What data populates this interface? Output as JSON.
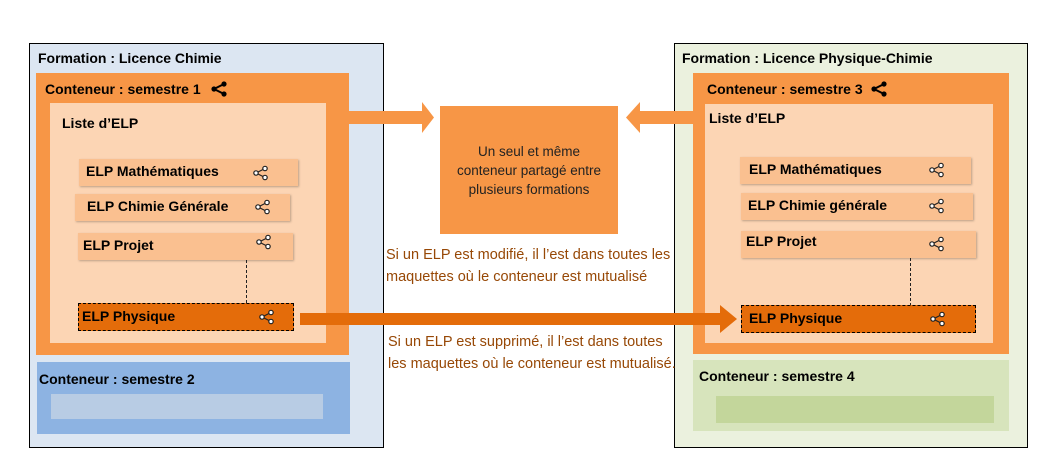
{
  "left_formation": {
    "title": "Formation : Licence Chimie",
    "shared_container": {
      "title": "Conteneur : semestre 1",
      "list_title": "Liste d’ELP",
      "elps": [
        {
          "label": "ELP Mathématiques"
        },
        {
          "label": "ELP Chimie Générale"
        },
        {
          "label": "ELP Projet"
        },
        {
          "label": "ELP Physique",
          "selected": true
        }
      ]
    },
    "other_container": {
      "title": "Conteneur : semestre 2"
    }
  },
  "right_formation": {
    "title": "Formation : Licence Physique-Chimie",
    "shared_container": {
      "title": "Conteneur : semestre 3",
      "list_title": "Liste d’ELP",
      "elps": [
        {
          "label": "ELP Mathématiques"
        },
        {
          "label": "ELP Chimie générale"
        },
        {
          "label": "ELP Projet"
        },
        {
          "label": "ELP Physique",
          "selected": true
        }
      ]
    },
    "other_container": {
      "title": "Conteneur : semestre 4"
    }
  },
  "central_note": "Un seul et même conteneur partagé entre plusieurs formations",
  "notes": {
    "modified": "Si un ELP est modifié, il l’est dans toutes les maquettes où le conteneur est mutualisé",
    "deleted": "Si un ELP est supprimé, il l’est dans toutes les maquettes où le conteneur est mutualisé."
  },
  "icons": {
    "container_share": "share-icon-filled",
    "elp_share": "share-icon-outline"
  },
  "colors": {
    "container_orange": "#f79646",
    "elp_list": "#fcd5b4",
    "elp_item": "#fac090",
    "elp_selected": "#e46c0a",
    "note_text": "#974806",
    "left_formation_bg": "#dce6f2",
    "right_formation_bg": "#ebf1de",
    "semestre2_bg": "#8db3e2",
    "semestre4_bg": "#d7e4bc"
  }
}
